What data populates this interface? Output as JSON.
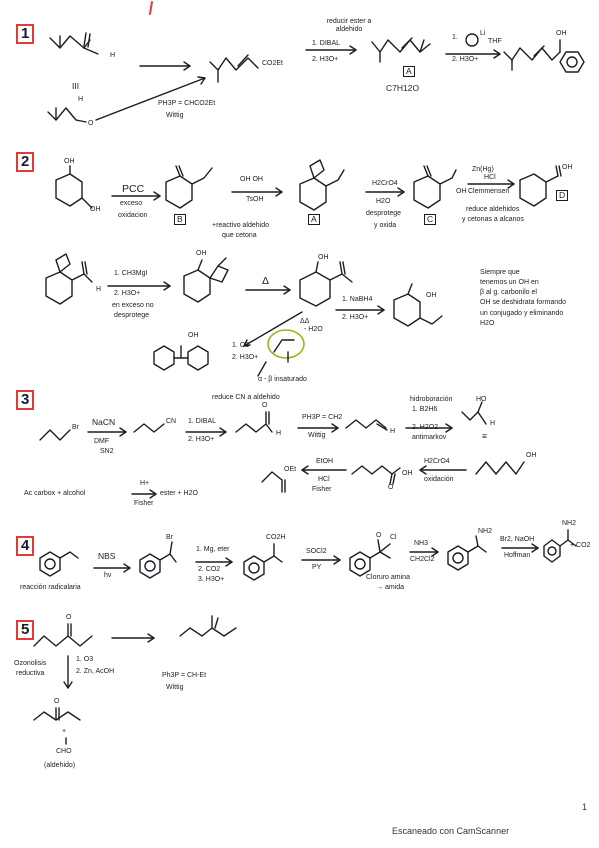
{
  "sections": [
    {
      "number": "1",
      "texts": {
        "arrow_note": "reducir ester a aldehido",
        "s1": "1. DIBAL",
        "s2": "2. H3O+",
        "ester": "CO2Et",
        "reactant_label": "III",
        "ald_H1": "H",
        "ald_H2": "H",
        "ald_O": "O",
        "wittig_reagent": "PH3P = CHCO2Et",
        "wittig": "Wittig",
        "product_label": "A",
        "formula": "C7H12O",
        "grignard_step1": "1.",
        "grignard_step2": "2. H3O+",
        "thf": "THF",
        "li": "Li",
        "oh": "OH"
      }
    },
    {
      "number": "2",
      "texts": {
        "oh1": "OH",
        "oh2": "OH",
        "pcc": "PCC",
        "exceso": "exceso",
        "oxidacion": "oxidacion",
        "b_label": "B",
        "diol": "OH  OH",
        "tsoh": "TsOH",
        "protect_note1": "+reactivo aldehido",
        "protect_note2": "que cetona",
        "a_label": "A",
        "jones": "H2CrO4",
        "h2o": "H2O",
        "desprotege": "desprotege",
        "yoxida": "y oxida",
        "c_label": "C",
        "oh_acid": "OH",
        "znhg": "Zn(Hg)",
        "hcl": "HCl",
        "clemmensen": "Clemmensen",
        "reduce_note1": "reduce aldehidos",
        "reduce_note2": "y cetonas a alcanos",
        "d_label": "D",
        "oh_d": "OH",
        "mg_s1": "1. CH3MgI",
        "mg_s2": "2. H3O+",
        "mg_note1": "en exceso no",
        "mg_note2": "desprotege",
        "oh_tert": "OH",
        "h_ald": "H",
        "delta": "Δ",
        "nabh4_1": "1. NaBH4",
        "nabh4_2": "2. H3O+",
        "mh2o": "- H2O",
        "dd": "ΔΔ",
        "oh_final1": "OH",
        "oh_final2": "OH",
        "unsat": "α - β insaturado",
        "alt_s1": "1. O3",
        "alt_s2": "2. H3O+",
        "alt_oh": "OH",
        "rule1": "Siempre que",
        "rule2": "tenemos un OH en",
        "rule3": "β al g. carbonilo el",
        "rule4": "OH se deshidrata formando",
        "rule5": "un conjugado y eliminando",
        "rule6": "H2O"
      }
    },
    {
      "number": "3",
      "texts": {
        "br": "Br",
        "nacn": "NaCN",
        "dmf": "DMF",
        "sn2": "SN2",
        "cn": "CN",
        "reduce_note": "reduce CN a aldehido",
        "dibal1": "1. DIBAL",
        "dibal2": "2. H3O+",
        "h1": "H",
        "o1": "O",
        "wittig_r": "PH3P = CH2",
        "wittig": "Wittig",
        "h2": "H",
        "hydro": "hidroboración",
        "bh3": "1. B2H6",
        "h2o2": "2. H2O2",
        "antimark": "antimarkov",
        "ho": "HO",
        "h3": "H",
        "equiv": "≡",
        "oh_end": "OH",
        "jones": "H2CrO4",
        "oxidacion": "oxidación",
        "oh_acid": "OH",
        "o2": "O",
        "etoh": "EtOH",
        "hcl": "HCl",
        "fisher": "Fisher",
        "oet": "OEt",
        "rule": "Ac carbox + alcohol",
        "hplus": "H+",
        "rule_product": "ester + H2O",
        "fisher2": "Fisher"
      }
    },
    {
      "number": "4",
      "texts": {
        "nbs": "NBS",
        "hv": "hν",
        "radical": "reacción radicalaria",
        "br": "Br",
        "mg1": "1. Mg, eter",
        "mg2": "2. CO2",
        "mg3": "3. H3O+",
        "co2h": "CO2H",
        "socl2": "SOCl2",
        "py": "PY",
        "cl": "Cl",
        "o": "O",
        "nh3": "NH3",
        "ch2cl2": "CH2Cl2",
        "cloro1": "Cloruro amina",
        "cloro2": "→ amida",
        "nh2a": "NH2",
        "hoffman_r": "Br2, NaOH",
        "hoffman": "Hoffman",
        "nh2b": "NH2",
        "co2": "+ CO2"
      }
    },
    {
      "number": "5",
      "texts": {
        "o1": "O",
        "oz1": "Ozonolisis",
        "oz2": "reductiva",
        "o3_1": "1. O3",
        "o3_2": "2. Zn, AcOH",
        "wittig_r": "Ph3P = CH-Et",
        "wittig": "Wittig",
        "o2": "O",
        "plus": "+",
        "cho": "CHO",
        "aldehido": "(aldehido)"
      }
    }
  ],
  "footer": {
    "page_number": "1",
    "scanner": "Escaneado con CamScanner"
  }
}
